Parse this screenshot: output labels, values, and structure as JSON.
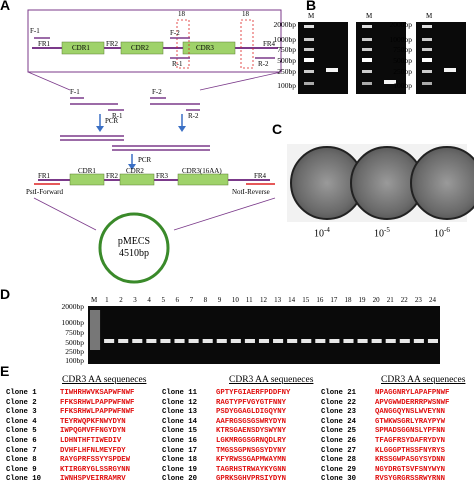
{
  "panel_labels": {
    "a": "A",
    "b": "B",
    "c": "C",
    "d": "D",
    "e": "E"
  },
  "diagram_a": {
    "top_construct": {
      "primers_fwd": [
        "F-1",
        "F-2"
      ],
      "primers_rev": [
        "R-1",
        "R-2"
      ],
      "regions": [
        "FR1",
        "CDR1",
        "FR2",
        "CDR2",
        "CDR3",
        "FR4"
      ],
      "bracket_labels": [
        "18",
        "18"
      ]
    },
    "middle": {
      "primers_left": [
        "F-1",
        "R-1"
      ],
      "primers_right": [
        "F-2",
        "R-2"
      ],
      "pcr_label_1": "PCR",
      "pcr_label_2": "PCR"
    },
    "final_construct": {
      "regions": [
        "FR1",
        "CDR1",
        "FR2",
        "CDR2",
        "FR3",
        "CDR3(16AA)",
        "FR4"
      ],
      "left_site": "PstI-Forward",
      "right_site": "NotI-Reverse"
    },
    "vector": {
      "name": "pMECS",
      "size": "4510bp"
    }
  },
  "gel_b": {
    "gels": [
      {
        "lanes": [
          "M",
          ""
        ],
        "markers": [
          "2000bp",
          "1000bp",
          "750bp",
          "500bp",
          "250bp",
          "100bp"
        ]
      },
      {
        "lanes": [
          "M",
          ""
        ],
        "markers": []
      },
      {
        "lanes": [
          "M",
          ""
        ],
        "markers": [
          "2000bp",
          "1000bp",
          "750bp",
          "500bp",
          "250bp",
          "100bp"
        ]
      }
    ]
  },
  "dishes_c": {
    "dilutions": [
      "10",
      "10",
      "10"
    ],
    "exponents": [
      "-4",
      "-5",
      "-6"
    ]
  },
  "gel_d": {
    "markers": [
      "2000bp",
      "1000bp",
      "750bp",
      "500bp",
      "250bp",
      "100bp"
    ],
    "lanes": [
      "M",
      "1",
      "2",
      "3",
      "4",
      "5",
      "6",
      "7",
      "8",
      "9",
      "10",
      "11",
      "12",
      "13",
      "14",
      "15",
      "16",
      "17",
      "18",
      "19",
      "20",
      "21",
      "22",
      "23",
      "24"
    ]
  },
  "table_e": {
    "title": "CDR3 AA sequeneces",
    "columns": [
      [
        {
          "name": "Clone 1",
          "seq": "TIWHRHWVKSAPWFNWF"
        },
        {
          "name": "Clone 2",
          "seq": "FFKSRHWLPAPPWFNWF"
        },
        {
          "name": "Clone 3",
          "seq": "FFKSRHWLPAPPWFNWF"
        },
        {
          "name": "Clone 4",
          "seq": "TEYRWQPKFNWYDYN"
        },
        {
          "name": "Clone 5",
          "seq": "IWPQGMVFFNGYDYN"
        },
        {
          "name": "Clone 6",
          "seq": "LDHNTHFTIWEDIV"
        },
        {
          "name": "Clone 7",
          "seq": "DVHFLHFNLMEYFDY"
        },
        {
          "name": "Clone 8",
          "seq": "RAYGPRFSSYYSPDEW"
        },
        {
          "name": "Clone 9",
          "seq": "KTIRGRYGLSSRGYNN"
        },
        {
          "name": "Clone 10",
          "seq": "IWNHSPVEIRRAMRV"
        }
      ],
      [
        {
          "name": "Clone 11",
          "seq": "GPTYFGIAERFPDDFNY"
        },
        {
          "name": "Clone 12",
          "seq": "RAGTYPFVGYGTFNNY"
        },
        {
          "name": "Clone 13",
          "seq": "PSDYGGAGLDIGQYNY"
        },
        {
          "name": "Clone 14",
          "seq": "AAFRGSGSGSWRYDYN"
        },
        {
          "name": "Clone 15",
          "seq": "KTRSGAENSDYSWYNY"
        },
        {
          "name": "Clone 16",
          "seq": "LGKMRGGSGRNQDLRY"
        },
        {
          "name": "Clone 17",
          "seq": "TMGSSGPNSGSYDYNY"
        },
        {
          "name": "Clone 18",
          "seq": "KFYRWSSGAPMWAYMN"
        },
        {
          "name": "Clone 19",
          "seq": "TAGRHSTRWAYKYGNN"
        },
        {
          "name": "Clone 20",
          "seq": "GPRKSGHVPRSIYDYN"
        }
      ],
      [
        {
          "name": "Clone 21",
          "seq": "NPAGGNRYLAPAFPNWF"
        },
        {
          "name": "Clone 22",
          "seq": "APVGWWDERRRPWSNWF"
        },
        {
          "name": "Clone 23",
          "seq": "QANGGQYNSLWVEYNN"
        },
        {
          "name": "Clone 24",
          "seq": "GTWKWSGRLYRAYPYW"
        },
        {
          "name": "Clone 25",
          "seq": "SPMADSGGNSLYPFNN"
        },
        {
          "name": "Clone 26",
          "seq": "TFAGFRSYDAFRYDYN"
        },
        {
          "name": "Clone 27",
          "seq": "KLGGGPTHSSFNYRYS"
        },
        {
          "name": "Clone 28",
          "seq": "KRSSGWPASGYSYDNN"
        },
        {
          "name": "Clone 29",
          "seq": "NGYDRGTSVFSNYWYN"
        },
        {
          "name": "Clone 30",
          "seq": "RVSYGRGRSSRWYRNN"
        }
      ]
    ]
  },
  "colors": {
    "cdr": "#9fd26a",
    "line": "#7b3a8a",
    "arrow": "#3a6fc4",
    "seq": "#e01010",
    "vector": "#3a8a2a"
  }
}
